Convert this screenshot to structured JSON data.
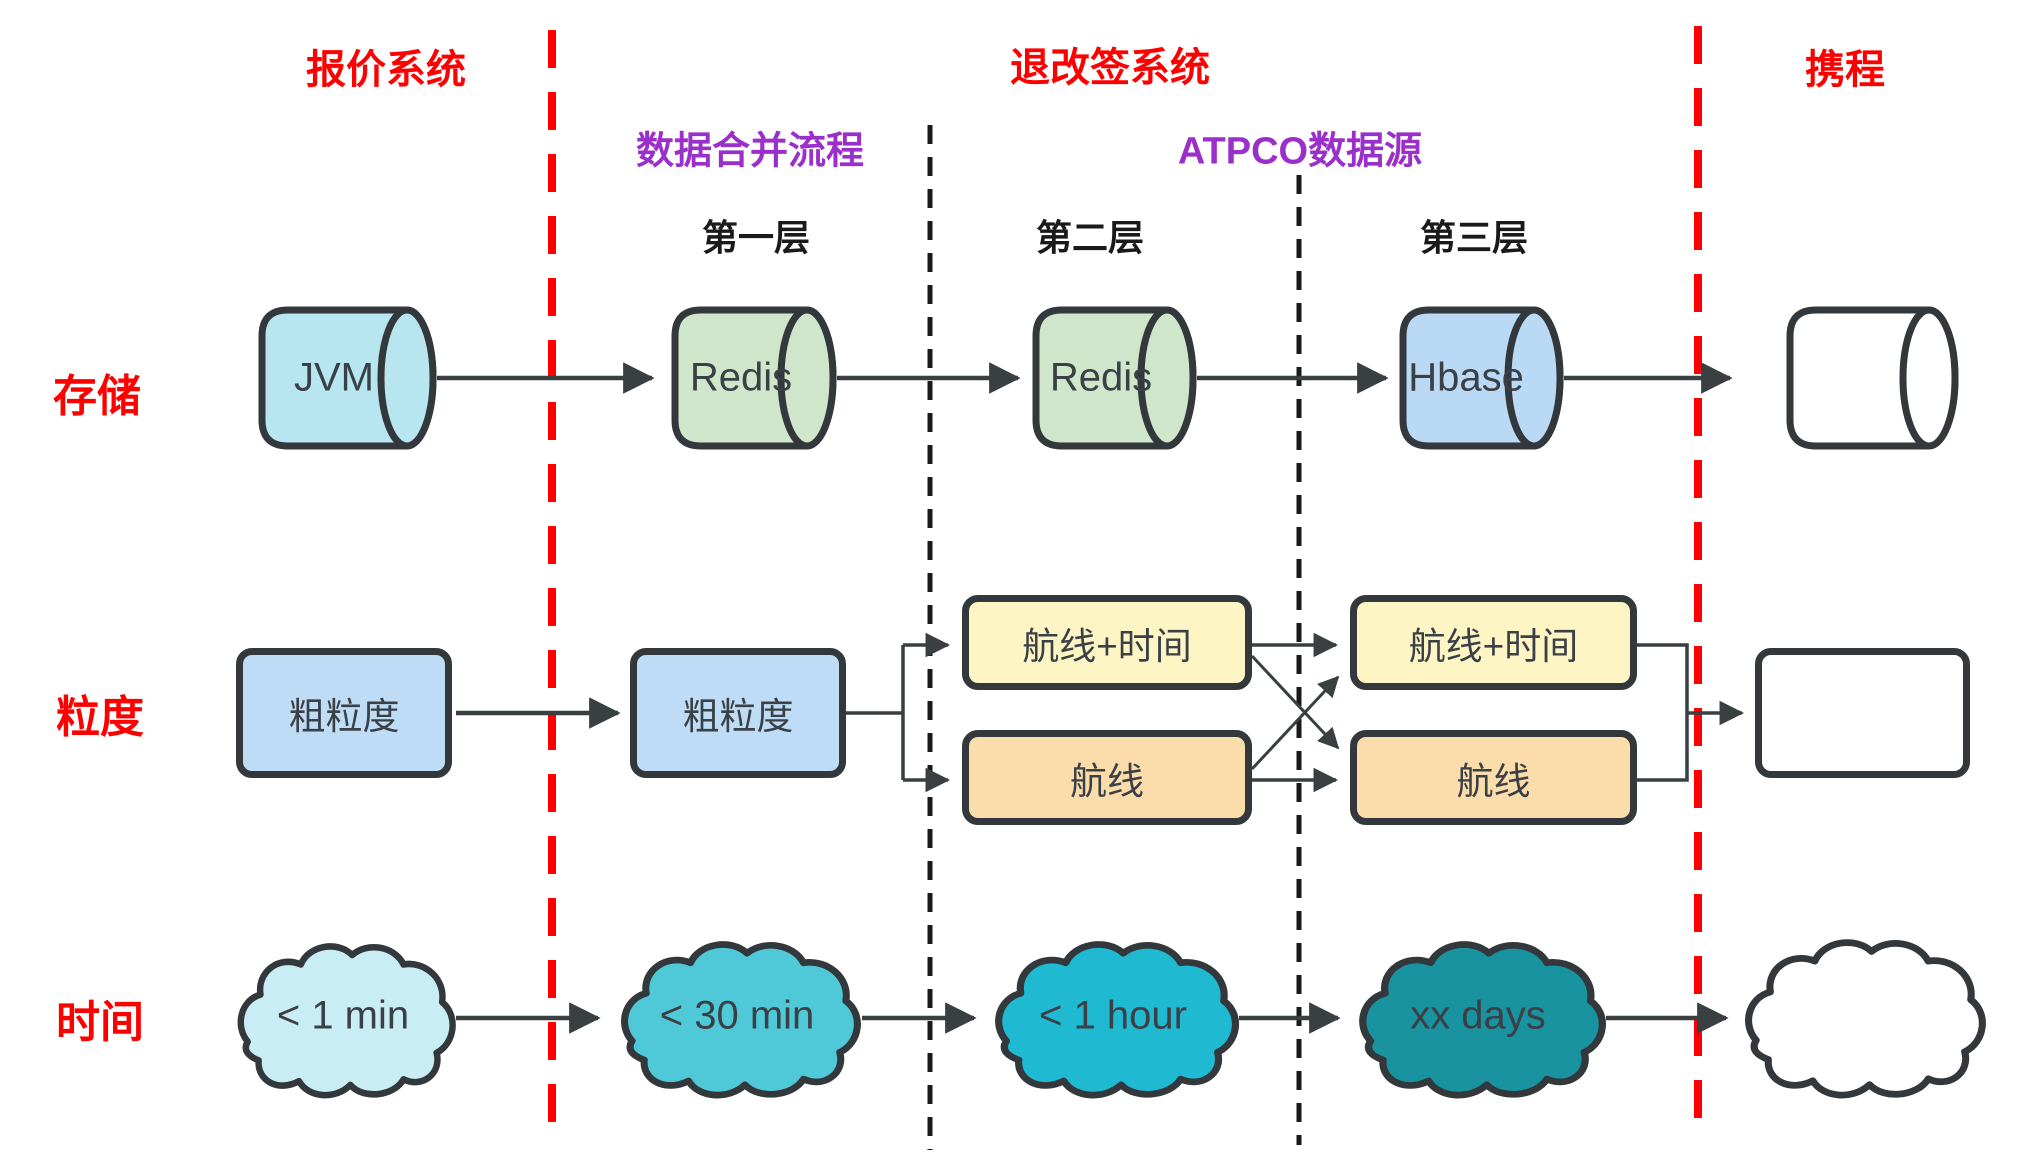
{
  "header": {
    "regions": [
      {
        "id": "quote-system",
        "label": "报价系统"
      },
      {
        "id": "refund-system",
        "label": "退改签系统"
      },
      {
        "id": "ctrip",
        "label": "携程"
      }
    ],
    "subheaders": [
      {
        "id": "data-merge-flow",
        "label": "数据合并流程"
      },
      {
        "id": "atpco-source",
        "label": "ATPCO数据源"
      }
    ],
    "tiers": [
      {
        "label": "第一层"
      },
      {
        "label": "第二层"
      },
      {
        "label": "第三层"
      }
    ]
  },
  "row_labels": {
    "storage": "存储",
    "granularity": "粒度",
    "time": "时间"
  },
  "storage_row": {
    "nodes": [
      {
        "label": "JVM"
      },
      {
        "label": "Redis"
      },
      {
        "label": "Redis"
      },
      {
        "label": "Hbase"
      },
      {
        "label": ""
      }
    ]
  },
  "granularity_row": {
    "coarse_1": "粗粒度",
    "coarse_2": "粗粒度",
    "tier2_top": "航线+时间",
    "tier2_bottom": "航线",
    "tier3_top": "航线+时间",
    "tier3_bottom": "航线",
    "final": ""
  },
  "time_row": {
    "clouds": [
      {
        "label": "< 1 min"
      },
      {
        "label": "< 30 min"
      },
      {
        "label": "< 1 hour"
      },
      {
        "label": "xx days"
      },
      {
        "label": ""
      }
    ]
  },
  "colors": {
    "divider_red": "#fe0000",
    "divider_black": "#1a1a1a",
    "header_red": "#fe0000",
    "header_purple": "#9b2fc9",
    "shape_stroke": "#33383c",
    "arrow": "#3a3f42",
    "jvm_fill": "#b7e5f0",
    "redis_fill": "#cfe6ca",
    "hbase_fill": "#b9d9f5",
    "coarse_fill": "#bedcf5",
    "route_time_fill": "#fdf6c4",
    "route_fill": "#fbdcab",
    "cloud1_fill": "#c8edf5",
    "cloud2_fill": "#4fc8d8",
    "cloud3_fill": "#1fb9d2",
    "cloud4_fill": "#18939f",
    "white_fill": "#ffffff"
  }
}
